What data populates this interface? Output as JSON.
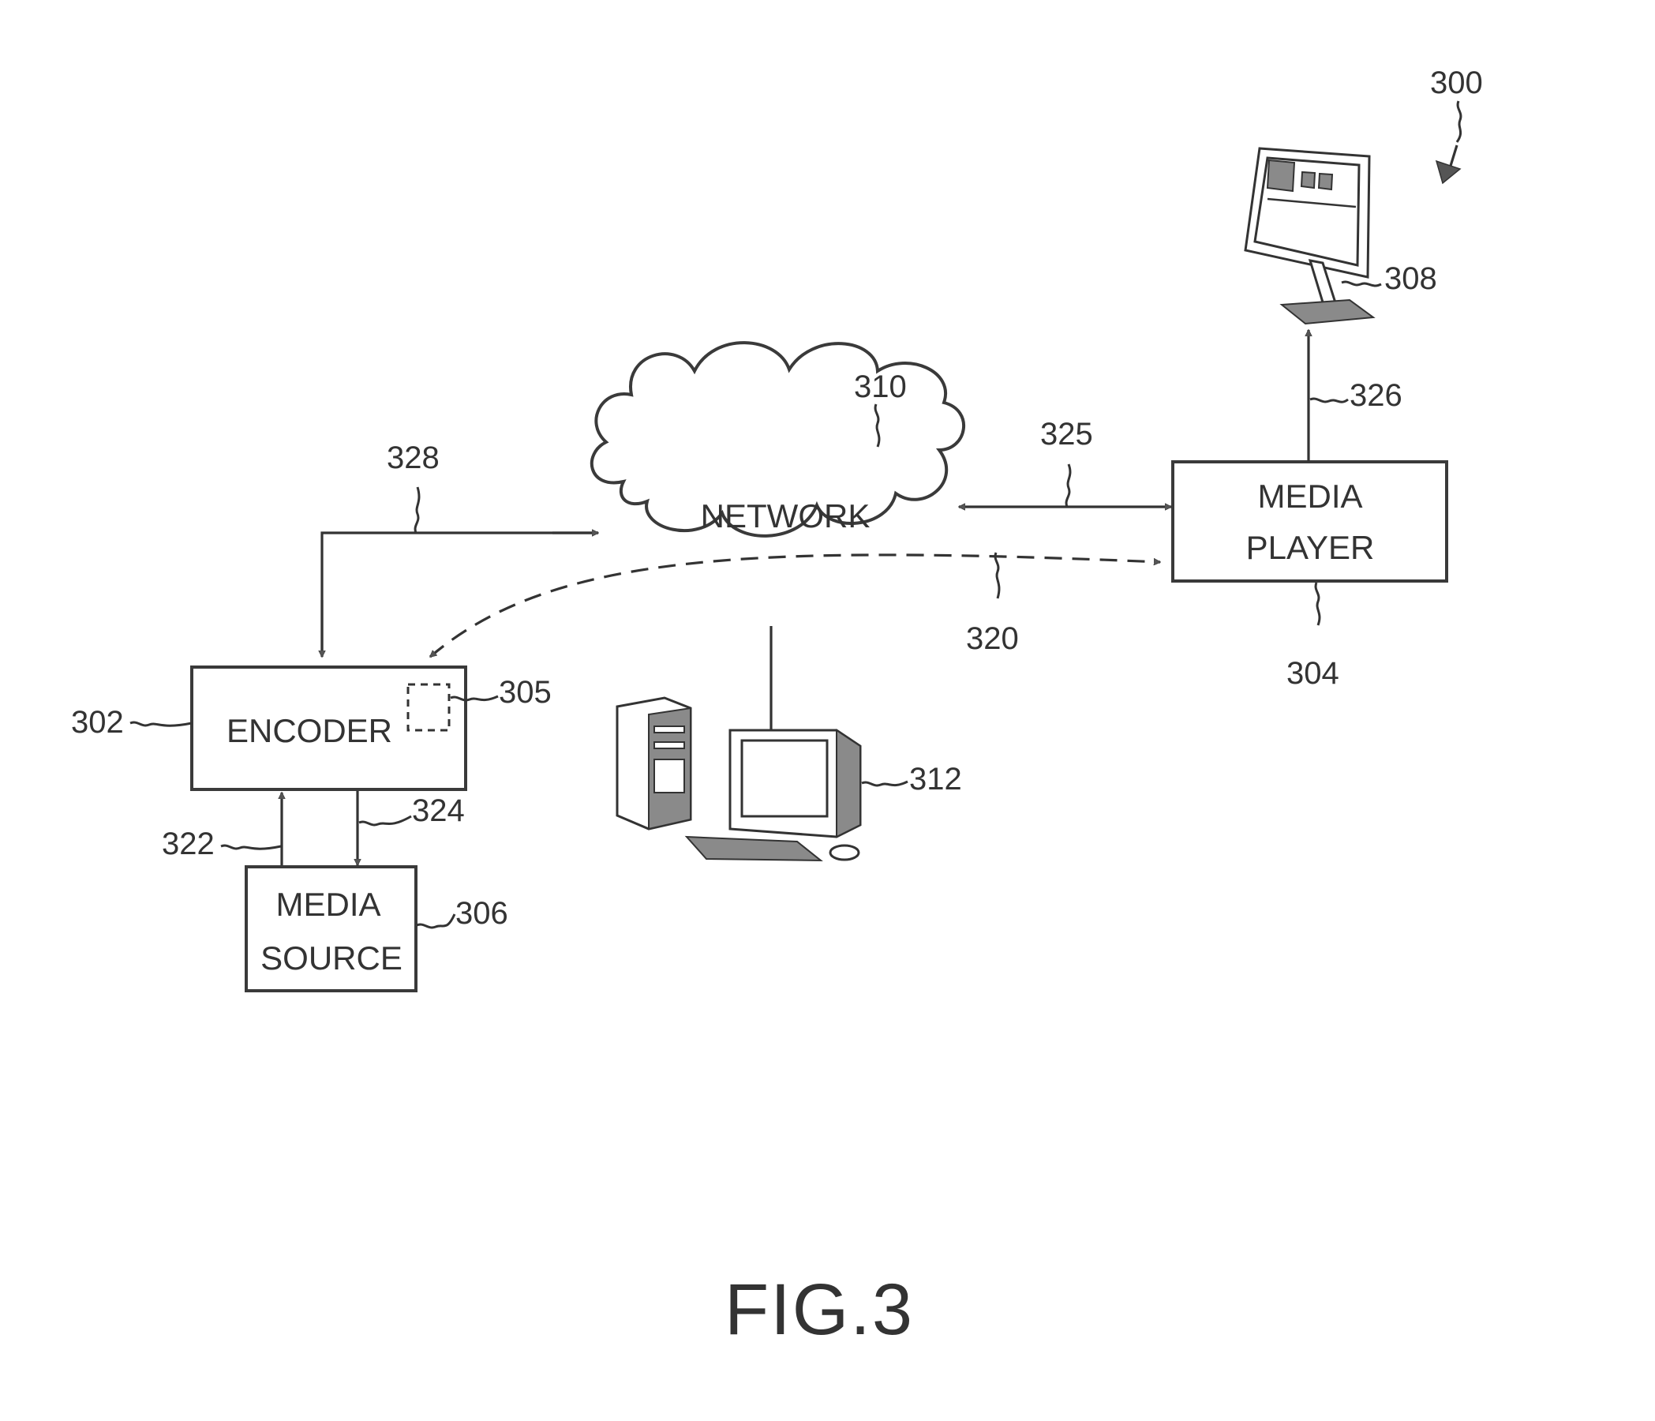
{
  "figure": {
    "caption": "FIG.3",
    "ref_number": "300"
  },
  "nodes": {
    "encoder": {
      "label": "ENCODER",
      "ref": "302"
    },
    "encoder_module": {
      "ref": "305"
    },
    "media_source": {
      "line1": "MEDIA",
      "line2": "SOURCE",
      "ref": "306"
    },
    "network": {
      "label": "NETWORK",
      "ref": "310"
    },
    "media_player": {
      "line1": "MEDIA",
      "line2": "PLAYER",
      "ref": "304"
    },
    "display_device": {
      "ref": "308"
    },
    "computer": {
      "ref": "312"
    }
  },
  "connections": {
    "encoder_network": {
      "ref": "328"
    },
    "network_player": {
      "ref": "325"
    },
    "stream_path": {
      "ref": "320"
    },
    "source_to_encoder": {
      "ref": "322"
    },
    "encoder_to_source": {
      "ref": "324"
    },
    "player_to_display": {
      "ref": "326"
    }
  }
}
